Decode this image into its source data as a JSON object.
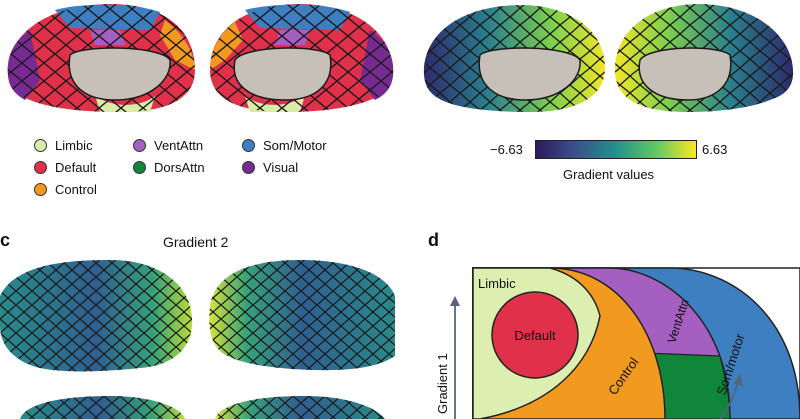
{
  "legend": {
    "items": [
      {
        "label": "Limbic",
        "color": "#d9ecaa"
      },
      {
        "label": "Default",
        "color": "#e0304a"
      },
      {
        "label": "Control",
        "color": "#f29a1f"
      },
      {
        "label": "VentAttn",
        "color": "#a45fc0"
      },
      {
        "label": "DorsAttn",
        "color": "#10863a"
      },
      {
        "label": "Som/Motor",
        "color": "#3e7fc1"
      },
      {
        "label": "Visual",
        "color": "#782a93"
      }
    ]
  },
  "colorbar": {
    "min_label": "−6.63",
    "max_label": "6.63",
    "title": "Gradient values",
    "colors": [
      "#2c1a5b",
      "#3b528b",
      "#21918c",
      "#5ec962",
      "#fde725"
    ]
  },
  "panel_c": {
    "letter": "c",
    "title": "Gradient 2"
  },
  "panel_d": {
    "letter": "d",
    "axis_label": "Gradient 1",
    "networks": {
      "limbic": "Limbic",
      "default": "Default",
      "control": "Control",
      "ventattn": "VentAttn",
      "sommotor": "Som/motor"
    }
  }
}
